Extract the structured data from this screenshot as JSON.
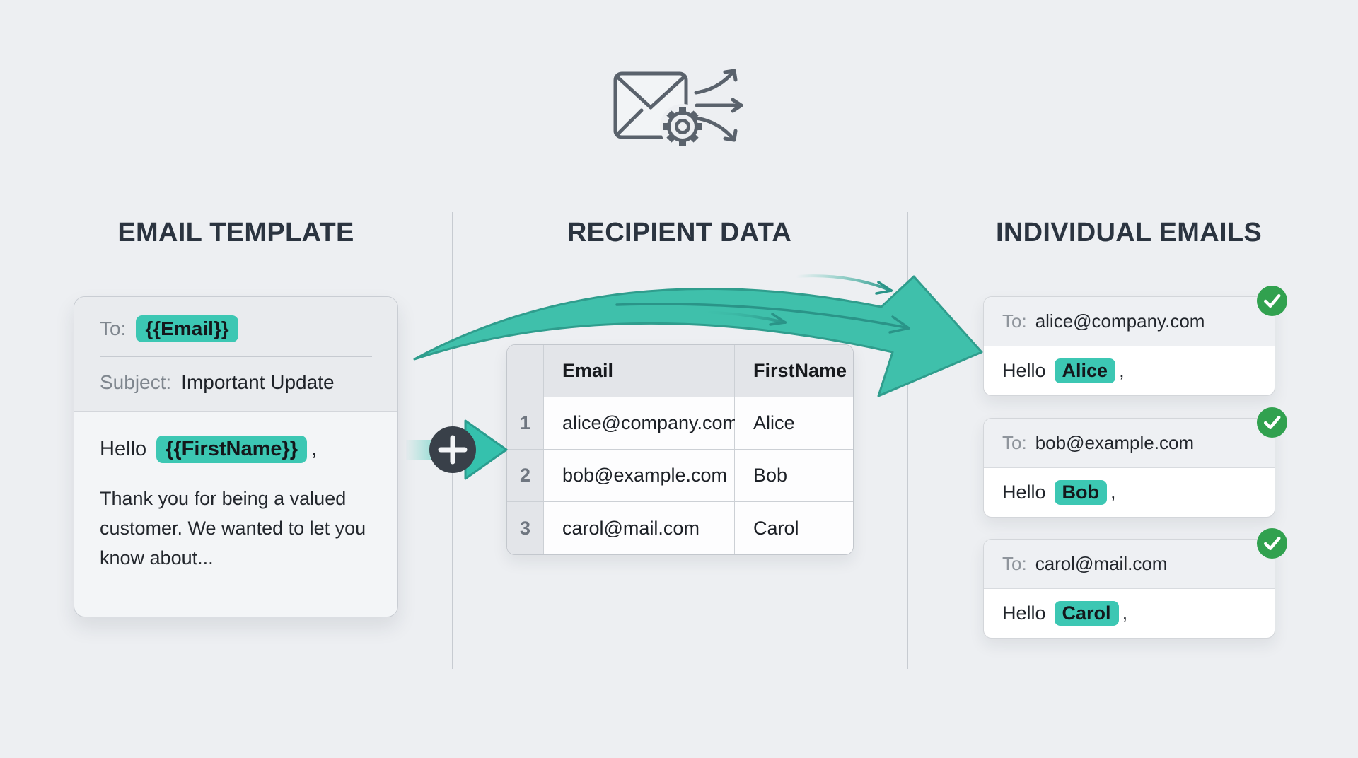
{
  "palette": {
    "background": "#edeff2",
    "heading_text": "#2b3440",
    "teal_highlight": "#3cc7b3",
    "arrow_fill": "#3fc0ab",
    "arrow_stroke": "#2f9d8d",
    "accent_arrow": "#2a9488",
    "plus_circle": "#394049",
    "success_green": "#31a14f",
    "muted_label": "#8f959c",
    "dark_text": "#1e2228"
  },
  "hero": {
    "icon": "envelope-gear-split-arrows-icon"
  },
  "template_column": {
    "heading": "EMAIL TEMPLATE",
    "card": {
      "to_label": "To:",
      "to_variable": "{{Email}}",
      "subject_label": "Subject:",
      "subject_value": "Important Update",
      "greeting_prefix": "Hello",
      "greeting_variable": "{{FirstName}}",
      "greeting_suffix": ",",
      "body_text": "Thank you for being a valued customer. We wanted to let you know about..."
    }
  },
  "recipient_column": {
    "heading": "RECIPIENT DATA",
    "table": {
      "headers": {
        "email": "Email",
        "first_name": "FirstName"
      },
      "rows": [
        {
          "num": "1",
          "email": "alice@company.com",
          "first_name": "Alice"
        },
        {
          "num": "2",
          "email": "bob@example.com",
          "first_name": "Bob"
        },
        {
          "num": "3",
          "email": "carol@mail.com",
          "first_name": "Carol"
        }
      ]
    }
  },
  "emails_column": {
    "heading": "INDIVIDUAL EMAILS",
    "cards": [
      {
        "to_label": "To:",
        "to_value": "alice@company.com",
        "greeting_prefix": "Hello",
        "name": "Alice",
        "greeting_suffix": ",",
        "status_icon": "check-circle"
      },
      {
        "to_label": "To:",
        "to_value": "bob@example.com",
        "greeting_prefix": "Hello",
        "name": "Bob",
        "greeting_suffix": ",",
        "status_icon": "check-circle"
      },
      {
        "to_label": "To:",
        "to_value": "carol@mail.com",
        "greeting_prefix": "Hello",
        "name": "Carol",
        "greeting_suffix": ",",
        "status_icon": "check-circle"
      }
    ]
  }
}
